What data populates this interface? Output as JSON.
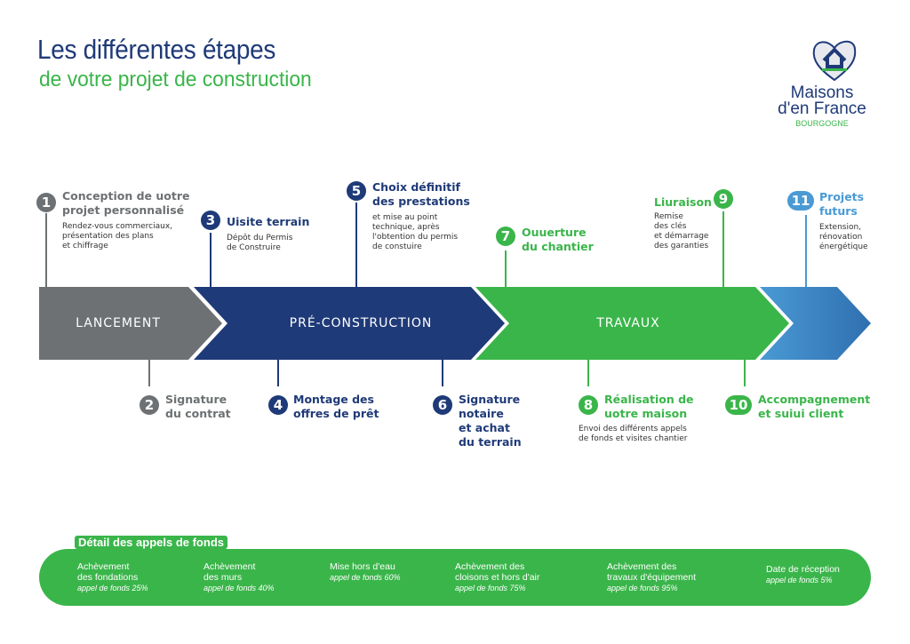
{
  "header": {
    "title": "Les différentes étapes",
    "subtitle": "de votre projet de construction"
  },
  "logo": {
    "line1": "Maisons",
    "line2": "d'en France",
    "region": "BOURGOGNE"
  },
  "colors": {
    "gray": "#6d7173",
    "navy": "#1f3a78",
    "green": "#3ab54a",
    "blue": "#4a9ad4"
  },
  "phases": [
    "LANCEMENT",
    "PRÉ-CONSTRUCTION",
    "TRAVAUX"
  ],
  "steps": [
    {
      "num": "1",
      "title1": "Conception de uotre",
      "title2": "projet personnalisé",
      "desc": [
        "Rendez-vous commerciaux,",
        "présentation des plans",
        "et chiffrage"
      ]
    },
    {
      "num": "2",
      "title1": "Signature",
      "title2": "du contrat"
    },
    {
      "num": "3",
      "title1": "Uisite terrain",
      "desc": [
        "Dépôt du Permis",
        "de Construire"
      ]
    },
    {
      "num": "4",
      "title1": "Montage des",
      "title2": "offres de prêt"
    },
    {
      "num": "5",
      "title1": "Choix définitif",
      "title2": "des prestations",
      "desc": [
        "et mise au point",
        "technique, après",
        "l'obtention du permis",
        "de constuire"
      ]
    },
    {
      "num": "6",
      "title1": "Signature",
      "title2": "notaire",
      "title3": "et achat",
      "title4": "du terrain"
    },
    {
      "num": "7",
      "title1": "Ouuerture",
      "title2": "du chantier"
    },
    {
      "num": "8",
      "title1": "Réalisation de",
      "title2": "uotre maison",
      "desc": [
        "Envoi des différents appels",
        "de fonds et visites chantier"
      ]
    },
    {
      "num": "9",
      "title1": "Liuraison",
      "desc": [
        "Remise",
        "des clés",
        "et démarrage",
        "des garanties"
      ]
    },
    {
      "num": "10",
      "title1": "Accompagnement",
      "title2": "et suiui client"
    },
    {
      "num": "11",
      "title1": "Projets",
      "title2": "futurs",
      "desc": [
        "Extension,",
        "rénovation",
        "énergétique"
      ]
    }
  ],
  "funds": {
    "title": "Détail des appels de fonds",
    "items": [
      {
        "l1": "Achèvement",
        "l2": "des fondations",
        "pct": "appel de fonds 25%"
      },
      {
        "l1": "Achèvement",
        "l2": "des murs",
        "pct": "appel de fonds 40%"
      },
      {
        "l1": "Mise hors d'eau",
        "pct": "appel de fonds 60%"
      },
      {
        "l1": "Achèvement des",
        "l2": "cloisons et hors d'air",
        "pct": "appel de fonds 75%"
      },
      {
        "l1": "Achèvement des",
        "l2": "travaux d'équipement",
        "pct": "appel de fonds 95%"
      },
      {
        "l1": "Date de réception",
        "pct": "appel de fonds 5%"
      }
    ]
  }
}
